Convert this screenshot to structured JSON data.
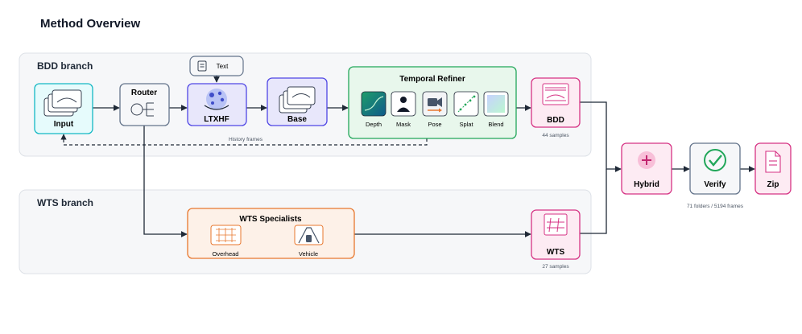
{
  "title": "Method Overview",
  "branches": {
    "bdd": "BDD branch",
    "wts": "WTS branch"
  },
  "nodes": {
    "input": "Input",
    "router": "Router",
    "text": "Text",
    "ltxhf": "LTXHF",
    "base": "Base",
    "temporal_refiner": {
      "title": "Temporal Refiner",
      "items": [
        "Depth",
        "Mask",
        "Pose",
        "Splat",
        "Blend"
      ]
    },
    "bdd": {
      "label": "BDD",
      "caption": "44 samples"
    },
    "wts_specialists": {
      "title": "WTS Specialists",
      "items": [
        "Overhead",
        "Vehicle"
      ]
    },
    "wts": {
      "label": "WTS",
      "caption": "27 samples"
    },
    "hybrid": "Hybrid",
    "verify": {
      "label": "Verify",
      "caption": "71 folders / 5194 frames"
    },
    "zip": "Zip"
  },
  "edges": {
    "history_frames": "History frames"
  },
  "colors": {
    "cyan": "#14b8c4",
    "blue": "#4f46e5",
    "green": "#22a75a",
    "pink": "#d63384",
    "orange": "#e8772e",
    "gray": "#64748b"
  }
}
